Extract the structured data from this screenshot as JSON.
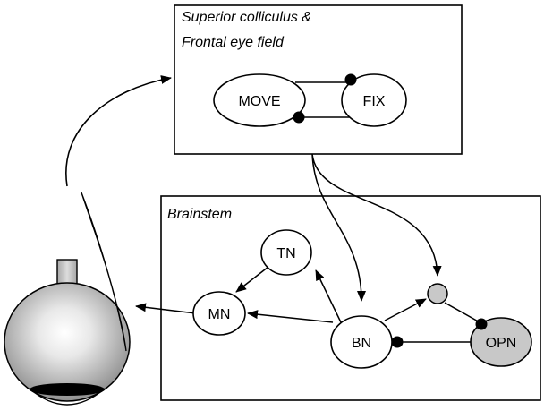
{
  "panels": {
    "sc_fef": {
      "title_line1": "Superior colliculus &",
      "title_line2": "Frontal eye field"
    },
    "brainstem": {
      "title": "Brainstem"
    }
  },
  "nodes": {
    "move": "MOVE",
    "fix": "FIX",
    "tn": "TN",
    "mn": "MN",
    "bn": "BN",
    "opn": "OPN"
  },
  "colors": {
    "stroke": "#000000",
    "background": "#ffffff",
    "opn_fill": "#c8c8c8",
    "junction_fill": "#c8c8c8",
    "eye_gradient_center": "#ffffff",
    "eye_gradient_edge": "#8c8c8c",
    "muscle_fill": "#9a9a9a"
  }
}
